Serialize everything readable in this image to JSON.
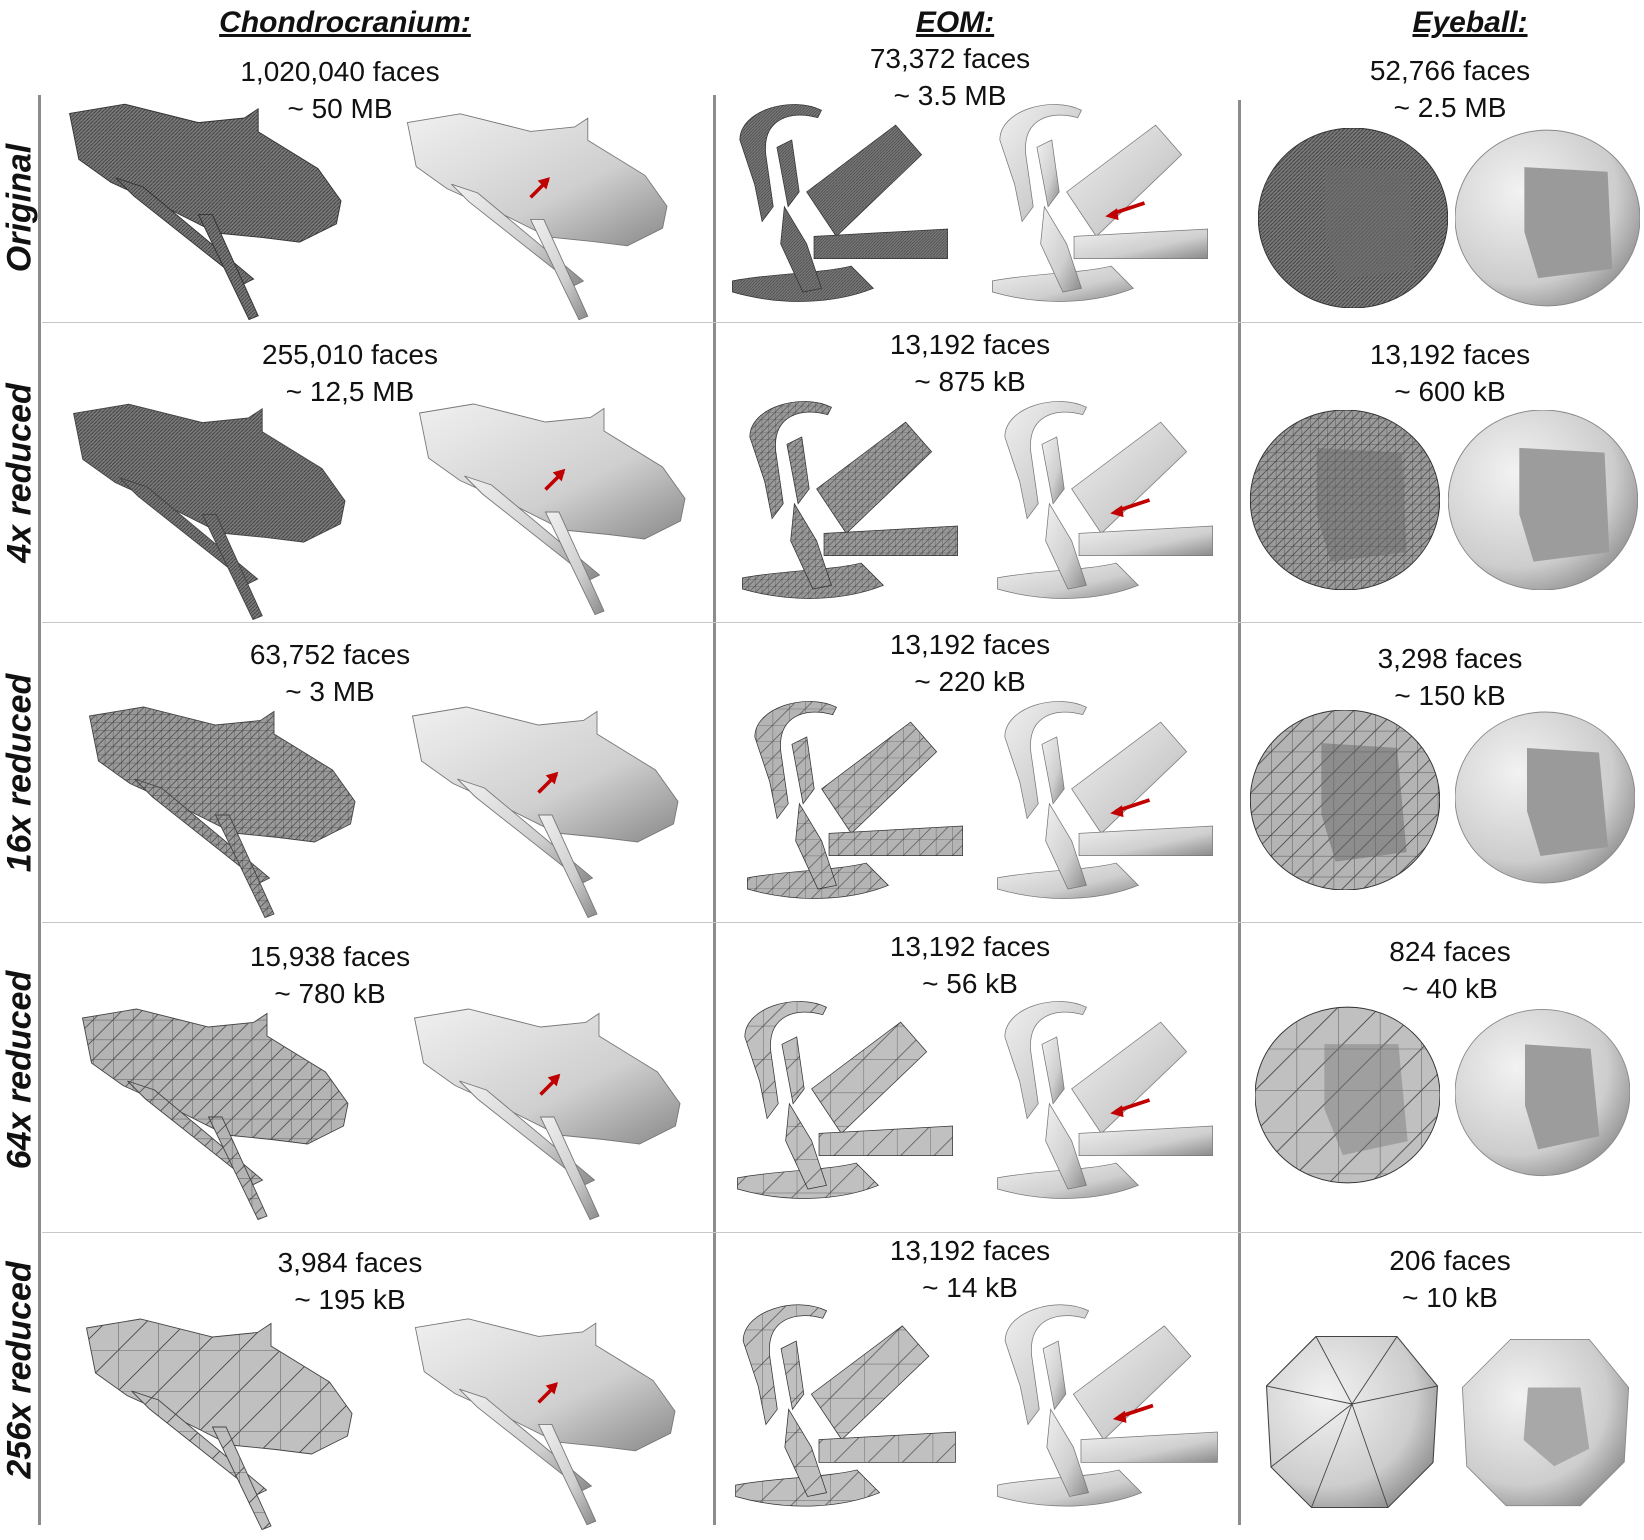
{
  "columns": [
    {
      "label": "Chondrocranium:"
    },
    {
      "label": "EOM:"
    },
    {
      "label": "Eyeball:"
    }
  ],
  "rows": [
    {
      "label": "Original",
      "cells": [
        {
          "faces": "1,020,040 faces",
          "size": "~ 50 MB"
        },
        {
          "faces": "73,372 faces",
          "size": "~ 3.5 MB"
        },
        {
          "faces": "52,766 faces",
          "size": "~ 2.5 MB"
        }
      ]
    },
    {
      "label": "4x reduced",
      "cells": [
        {
          "faces": "255,010 faces",
          "size": "~ 12,5 MB"
        },
        {
          "faces": "13,192 faces",
          "size": "~ 875 kB"
        },
        {
          "faces": "13,192 faces",
          "size": "~ 600 kB"
        }
      ]
    },
    {
      "label": "16x reduced",
      "cells": [
        {
          "faces": "63,752 faces",
          "size": "~ 3 MB"
        },
        {
          "faces": "13,192 faces",
          "size": "~ 220 kB"
        },
        {
          "faces": "3,298 faces",
          "size": "~ 150 kB"
        }
      ]
    },
    {
      "label": "64x reduced",
      "cells": [
        {
          "faces": "15,938 faces",
          "size": "~ 780 kB"
        },
        {
          "faces": "13,192 faces",
          "size": "~ 56 kB"
        },
        {
          "faces": "824 faces",
          "size": "~ 40 kB"
        }
      ]
    },
    {
      "label": "256x reduced",
      "cells": [
        {
          "faces": "3,984 faces",
          "size": "~ 195 kB"
        },
        {
          "faces": "13,192 faces",
          "size": "~ 14 kB"
        },
        {
          "faces": "206 faces",
          "size": "~ 10 kB"
        }
      ]
    }
  ],
  "colors": {
    "wire_dark": "#3c3c3c",
    "surface_light": "#d6d6d6",
    "arrow": "#c00000",
    "divider": "#8c8c8c"
  }
}
